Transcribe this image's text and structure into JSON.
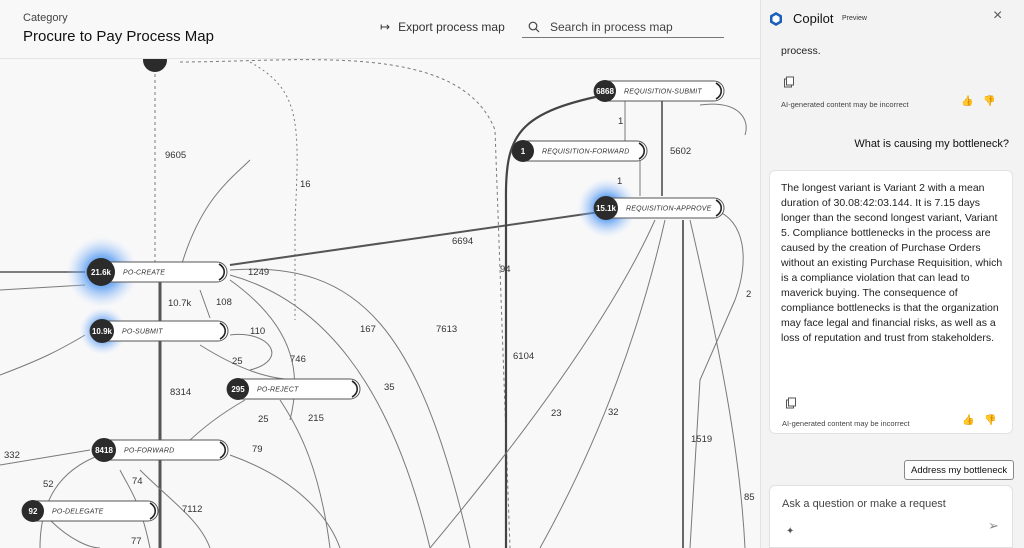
{
  "header": {
    "category_label": "Category",
    "title": "Procure to Pay Process Map",
    "export_label": "Export process map",
    "search_placeholder": "Search in process map"
  },
  "icons": {
    "export": "arrow-export-icon",
    "search": "search-icon",
    "copilot": "copilot-logo-icon",
    "close": "close-icon",
    "copy": "copy-icon",
    "thumbs_up": "thumbs-up-icon",
    "thumbs_down": "thumbs-down-icon",
    "sparkle": "sparkle-icon",
    "send": "send-icon"
  },
  "nodes": [
    {
      "id": "req-submit",
      "count": "6868",
      "name": "REQUISITION-SUBMIT"
    },
    {
      "id": "req-forward",
      "count": "1",
      "name": "REQUISITION-FORWARD"
    },
    {
      "id": "req-approve",
      "count": "15.1k",
      "name": "REQUISITION-APPROVE"
    },
    {
      "id": "po-create",
      "count": "21.6k",
      "name": "PO-CREATE"
    },
    {
      "id": "po-submit",
      "count": "10.9k",
      "name": "PO-SUBMIT"
    },
    {
      "id": "po-reject",
      "count": "295",
      "name": "PO-REJECT"
    },
    {
      "id": "po-forward",
      "count": "8418",
      "name": "PO-FORWARD"
    },
    {
      "id": "po-delegate",
      "count": "92",
      "name": "PO-DELEGATE"
    }
  ],
  "edge_labels": [
    "9605",
    "16",
    "1",
    "5602",
    "1",
    "6694",
    "94",
    "1249",
    "10.7k",
    "108",
    "110",
    "167",
    "7613",
    "2",
    "25",
    "746",
    "6104",
    "8314",
    "35",
    "25",
    "215",
    "23",
    "32",
    "79",
    "1519",
    "332",
    "52",
    "74",
    "7112",
    "85",
    "77"
  ],
  "copilot": {
    "title": "Copilot",
    "badge": "Preview",
    "close": "×",
    "prev_message_tail": "process.",
    "disclaimer": "AI-generated content may be incorrect",
    "user_message": "What is causing my bottleneck?",
    "answer": "The longest variant is Variant 2 with a mean duration of 30.08:42:03.144. It is 7.15 days longer than the second longest variant, Variant 5. Compliance bottlenecks in the process are caused by the creation of Purchase Orders without an existing Purchase Requisition, which is a compliance violation that can lead to maverick buying. The consequence of compliance bottlenecks is that the organization may face legal and financial risks, as well as a loss of reputation and trust from stakeholders.",
    "suggestion_chip": "Address my bottleneck",
    "input_placeholder": "Ask a question or make a request"
  },
  "colors": {
    "node_dark": "#2b2b2b",
    "halo_blue": "#1a6fe0",
    "accent_red": "#c0203a"
  }
}
